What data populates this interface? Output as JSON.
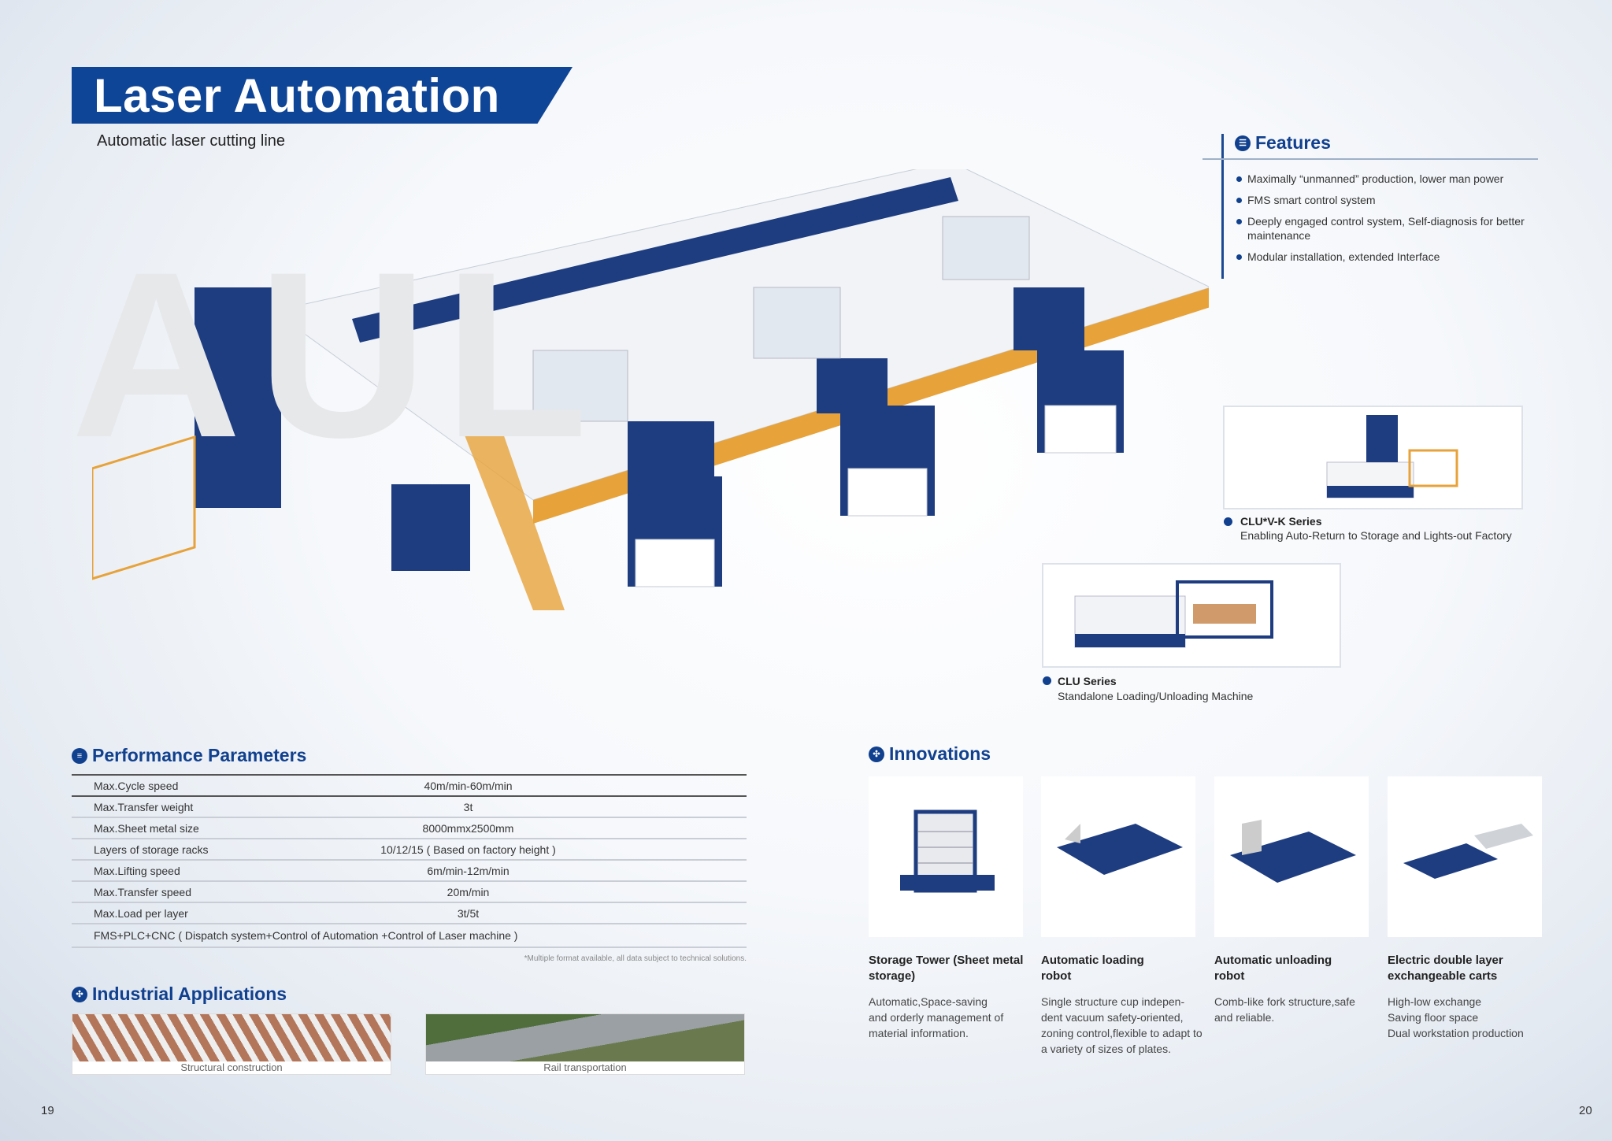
{
  "title": "Laser Automation",
  "subtitle": "Automatic laser cutting line",
  "features": {
    "heading": "Features",
    "items": [
      "Maximally “unmanned” production, lower man power",
      "FMS smart control system",
      "Deeply engaged control system, Self-diagnosis for better maintenance",
      "Modular installation, extended Interface"
    ]
  },
  "series": [
    {
      "name": "CLU*V-K Series",
      "desc": "Enabling Auto-Return to Storage  and Lights-out Factory"
    },
    {
      "name": "CLU Series",
      "desc": "Standalone Loading/Unloading Machine"
    }
  ],
  "performance": {
    "heading": "Performance Parameters",
    "rows": [
      [
        "Max.Cycle speed",
        "40m/min-60m/min"
      ],
      [
        "Max.Transfer weight",
        "3t"
      ],
      [
        "Max.Sheet metal size",
        "8000mmx2500mm"
      ],
      [
        "Layers of storage racks",
        "10/12/15 ( Based on factory height )"
      ],
      [
        "Max.Lifting speed",
        "6m/min-12m/min"
      ],
      [
        "Max.Transfer speed",
        "20m/min"
      ],
      [
        "Max.Load per layer",
        "3t/5t"
      ]
    ],
    "full_row": "FMS+PLC+CNC ( Dispatch system+Control of Automation +Control of Laser machine )",
    "note": "*Multiple format available, all data subject to technical solutions."
  },
  "applications": {
    "heading": "Industrial Applications",
    "items": [
      "Structural construction",
      "Rail transportation"
    ]
  },
  "innovations": {
    "heading": "Innovations",
    "items": [
      {
        "title": "Storage Tower (Sheet metal storage)",
        "desc": "Automatic,Space-saving and orderly management of material information."
      },
      {
        "title": "Automatic loading robot",
        "desc": "Single structure cup indepen-dent vacuum safety-oriented, zoning control,flexible to adapt to a variety of sizes of plates."
      },
      {
        "title": "Automatic unloading robot",
        "desc": "Comb-like fork structure,safe and reliable."
      },
      {
        "title": "Electric double layer exchangeable carts",
        "desc": "High-low exchange\nSaving floor space\nDual workstation production"
      }
    ]
  },
  "pages": {
    "left": "19",
    "right": "20"
  },
  "watermark": "AUL",
  "colors": {
    "brand": "#0f4596",
    "accent": "#e7a23a"
  }
}
